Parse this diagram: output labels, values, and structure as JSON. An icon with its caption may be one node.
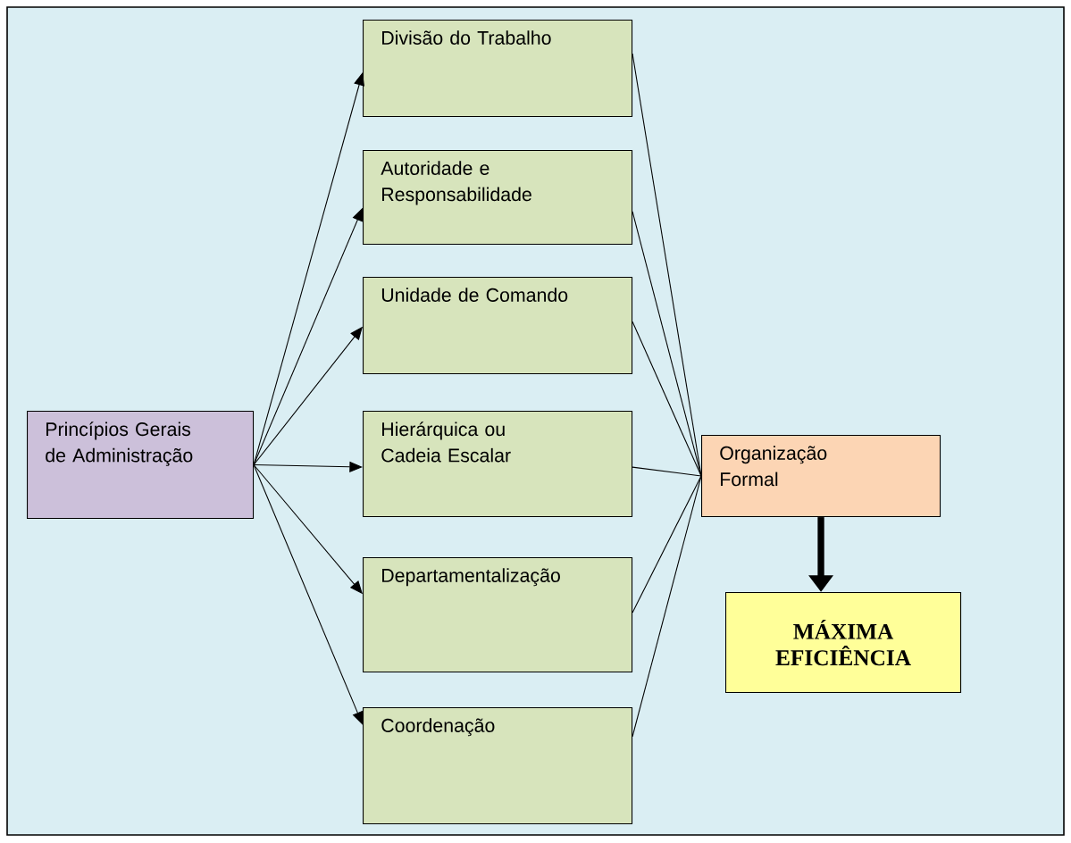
{
  "diagram": {
    "nodes": [
      {
        "text": [
          "Princípios Gerais de Administração"
        ]
      },
      {
        "text": [
          "Divisão do Trabalho"
        ]
      },
      {
        "text": [
          "Autoridade e Responsabilidade"
        ]
      },
      {
        "text": [
          "Unidade de Comando"
        ]
      },
      {
        "text": [
          "Hierárquica ou Cadeia Escalar"
        ]
      },
      {
        "text": [
          "Departamentalização"
        ]
      },
      {
        "text": [
          "Coordenação"
        ]
      },
      {
        "text": [
          "Organização Formal"
        ]
      },
      {
        "text": [
          "MÁXIMA EFICIÊNCIA"
        ]
      }
    ],
    "edges": [
      {
        "from": 0,
        "to": 1,
        "arrow": "to"
      },
      {
        "from": 0,
        "to": 2,
        "arrow": "to"
      },
      {
        "from": 0,
        "to": 3,
        "arrow": "to"
      },
      {
        "from": 0,
        "to": 4,
        "arrow": "to"
      },
      {
        "from": 0,
        "to": 5,
        "arrow": "to"
      },
      {
        "from": 0,
        "to": 6,
        "arrow": "to"
      },
      {
        "from": 1,
        "to": 7,
        "arrow": "none"
      },
      {
        "from": 2,
        "to": 7,
        "arrow": "none"
      },
      {
        "from": 3,
        "to": 7,
        "arrow": "none"
      },
      {
        "from": 4,
        "to": 7,
        "arrow": "none"
      },
      {
        "from": 5,
        "to": 7,
        "arrow": "none"
      },
      {
        "from": 6,
        "to": 7,
        "arrow": "none"
      },
      {
        "from": 7,
        "to": 8,
        "arrow": "to",
        "style": "thick"
      }
    ]
  }
}
